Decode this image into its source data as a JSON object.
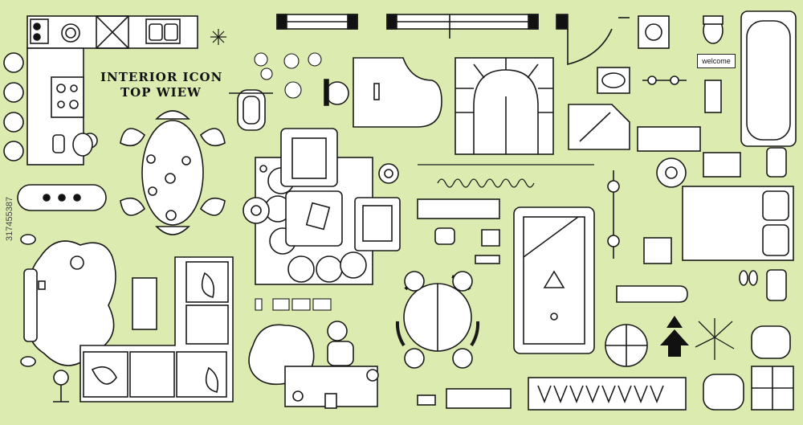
{
  "heading": {
    "line1": "INTERIOR ICON",
    "line2": "TOP WIEW"
  },
  "doormat_text": "welcome",
  "side_id": "317455387",
  "colors": {
    "background": "#dcebb0",
    "stroke": "#1a1a1a",
    "fill": "#ffffff"
  },
  "icons": [
    "kitchen-counter-icon",
    "stove-icon",
    "sink-icon",
    "bar-stool-icon",
    "dining-table-icon",
    "sofa-icon",
    "armchair-icon",
    "rug-icon",
    "bed-icon",
    "bathtub-icon",
    "toilet-icon",
    "billiard-table-icon",
    "piano-icon",
    "staircase-icon",
    "shower-icon",
    "plant-icon",
    "door-icon",
    "window-icon",
    "round-table-icon",
    "desk-icon",
    "bicycle-icon",
    "motorcycle-icon",
    "umbrella-icon",
    "arrow-icon",
    "clothes-rack-icon"
  ]
}
